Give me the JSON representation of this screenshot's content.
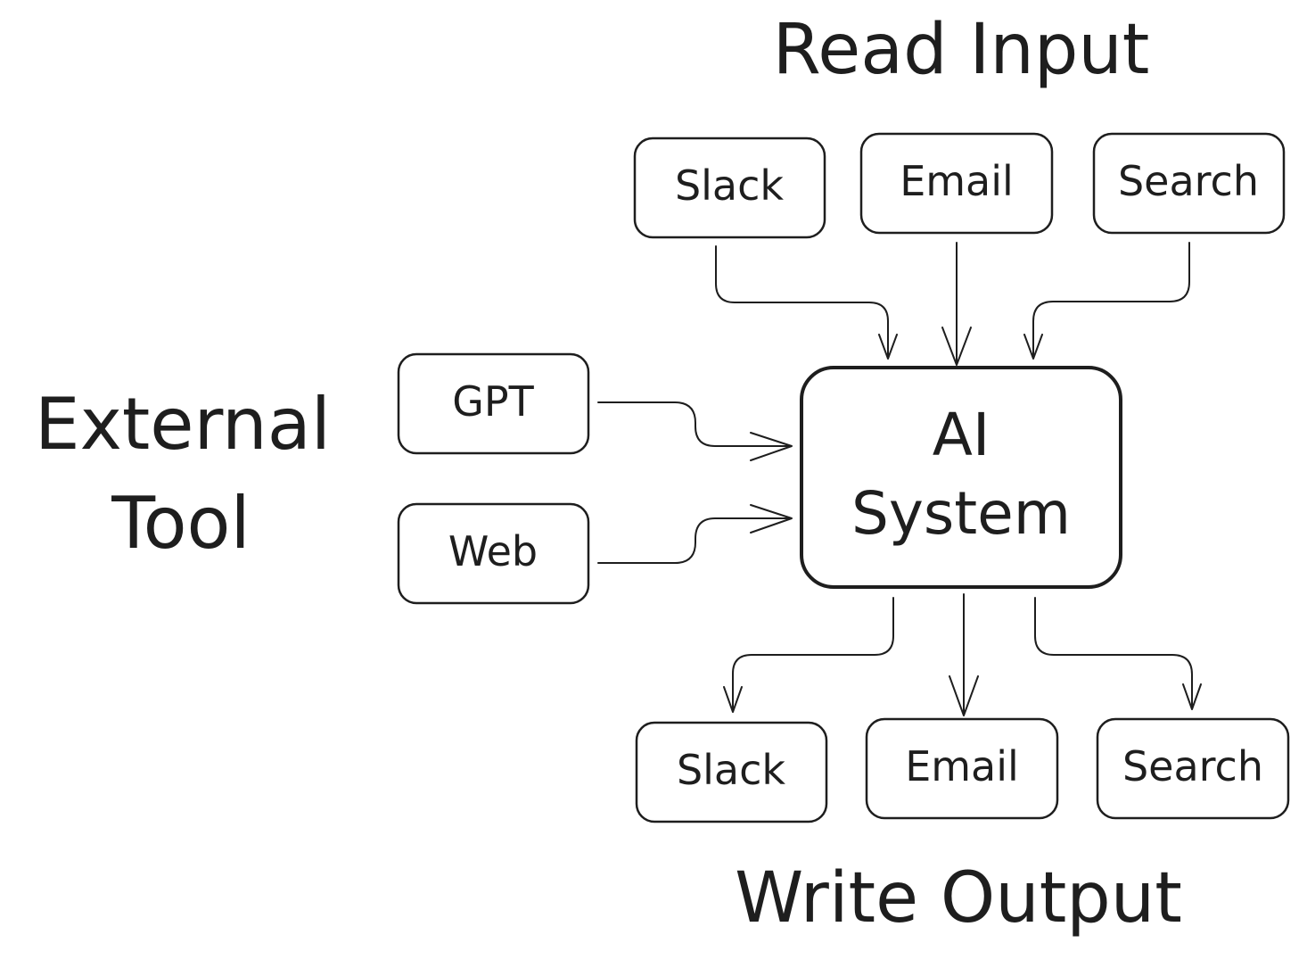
{
  "diagram": {
    "sections": {
      "read_input": "Read Input",
      "write_output": "Write Output",
      "external_tool_line1": "External",
      "external_tool_line2": "Tool"
    },
    "center": {
      "line1": "AI",
      "line2": "System"
    },
    "inputs": [
      {
        "label": "Slack"
      },
      {
        "label": "Email"
      },
      {
        "label": "Search"
      }
    ],
    "outputs": [
      {
        "label": "Slack"
      },
      {
        "label": "Email"
      },
      {
        "label": "Search"
      }
    ],
    "tools": [
      {
        "label": "GPT"
      },
      {
        "label": "Web"
      }
    ],
    "colors": {
      "stroke": "#1e1e1e",
      "background": "#ffffff"
    }
  }
}
